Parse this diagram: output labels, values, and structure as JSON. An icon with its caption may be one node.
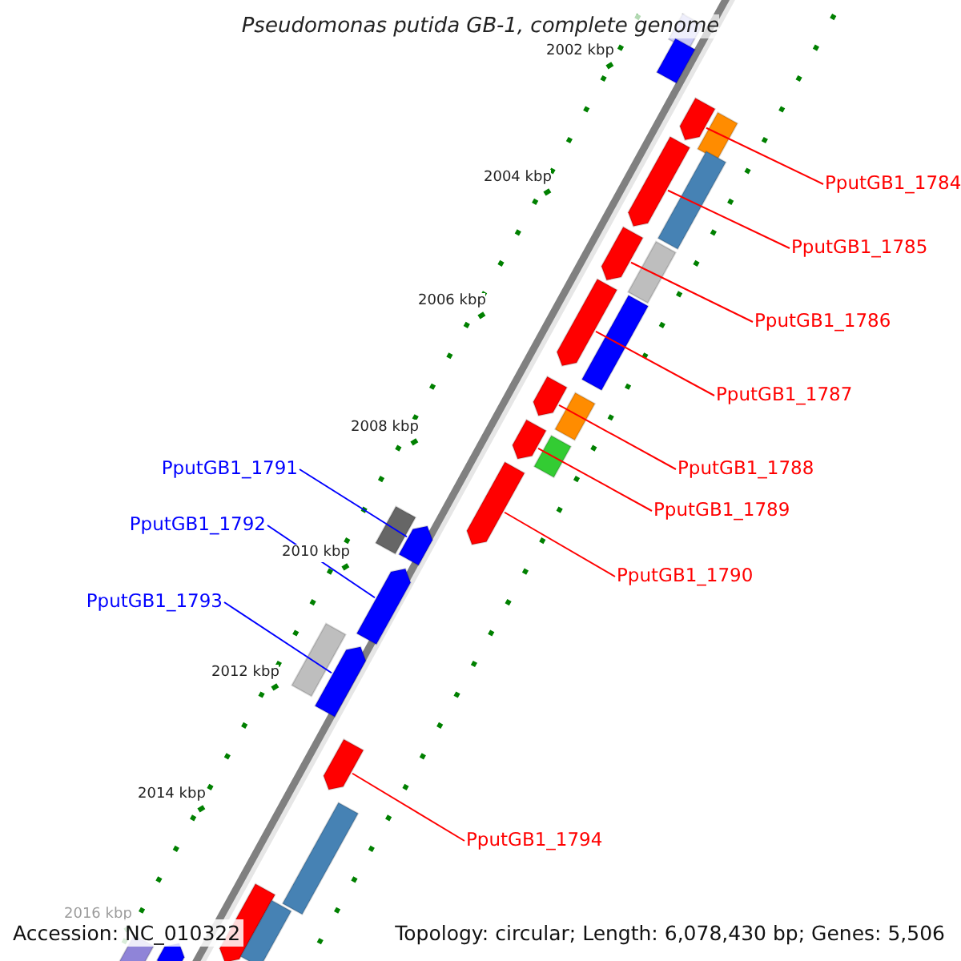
{
  "diagram": {
    "title": "Pseudomonas putida GB-1, complete genome",
    "nodes": [
      {
        "text": [
          "PputGB1_1784"
        ]
      },
      {
        "text": [
          "PputGB1_1785"
        ]
      },
      {
        "text": [
          "PputGB1_1786"
        ]
      },
      {
        "text": [
          "PputGB1_1787"
        ]
      },
      {
        "text": [
          "PputGB1_1788"
        ]
      },
      {
        "text": [
          "PputGB1_1789"
        ]
      },
      {
        "text": [
          "PputGB1_1790"
        ]
      },
      {
        "text": [
          "PputGB1_1791"
        ]
      },
      {
        "text": [
          "PputGB1_1792"
        ]
      },
      {
        "text": [
          "PputGB1_1793"
        ]
      },
      {
        "text": [
          "PputGB1_1794"
        ]
      },
      {
        "text": [],
        "shape": "bar"
      },
      {
        "text": [],
        "shape": "bar"
      },
      {
        "text": [],
        "shape": "bar"
      },
      {
        "text": [],
        "shape": "bar"
      },
      {
        "text": [],
        "shape": "bar"
      },
      {
        "text": [],
        "shape": "bar"
      },
      {
        "text": [],
        "shape": "bar"
      },
      {
        "text": [],
        "shape": "bar"
      },
      {
        "text": [],
        "shape": "bar"
      },
      {
        "text": [],
        "shape": "bar"
      },
      {
        "text": [],
        "shape": "bar"
      },
      {
        "text": [],
        "shape": "bar"
      },
      {
        "text": [],
        "shape": "bar"
      },
      {
        "text": [],
        "shape": "bar"
      },
      {
        "text": [],
        "shape": "bar"
      },
      {
        "text": [],
        "shape": "bar"
      },
      {
        "text": [],
        "shape": "bar"
      },
      {
        "text": [],
        "shape": "bar"
      },
      {
        "text": [],
        "shape": "bar"
      },
      {
        "text": [],
        "shape": "bar"
      },
      {
        "text": [],
        "shape": "bar"
      },
      {
        "text": [],
        "shape": "bar"
      },
      {
        "text": [],
        "shape": "bar"
      },
      {
        "text": [],
        "shape": "bar"
      },
      {
        "text": [],
        "shape": "bar"
      },
      {
        "text": [],
        "shape": "bar"
      }
    ],
    "edges": [
      {
        "from": 0,
        "to": 13,
        "arrow": "none"
      },
      {
        "from": 1,
        "to": 15,
        "arrow": "none"
      },
      {
        "from": 2,
        "to": 17,
        "arrow": "none"
      },
      {
        "from": 3,
        "to": 19,
        "arrow": "none"
      },
      {
        "from": 4,
        "to": 21,
        "arrow": "none"
      },
      {
        "from": 5,
        "to": 23,
        "arrow": "none"
      },
      {
        "from": 6,
        "to": 25,
        "arrow": "none"
      },
      {
        "from": 7,
        "to": 27,
        "arrow": "none",
        "color": "#0000ff"
      },
      {
        "from": 8,
        "to": 28,
        "arrow": "none",
        "color": "#0000ff"
      },
      {
        "from": 9,
        "to": 30,
        "arrow": "none",
        "color": "#0000ff"
      },
      {
        "from": 10,
        "to": 31,
        "arrow": "none"
      }
    ],
    "labels": [
      "2002 kbp",
      "2004 kbp",
      "2006 kbp",
      "2008 kbp",
      "2010 kbp",
      "2012 kbp",
      "2014 kbp",
      "2016 kbp",
      "Accession: NC_010322",
      "Topology: circular; Length: 6,078,430 bp; Genes: 5,506"
    ]
  }
}
